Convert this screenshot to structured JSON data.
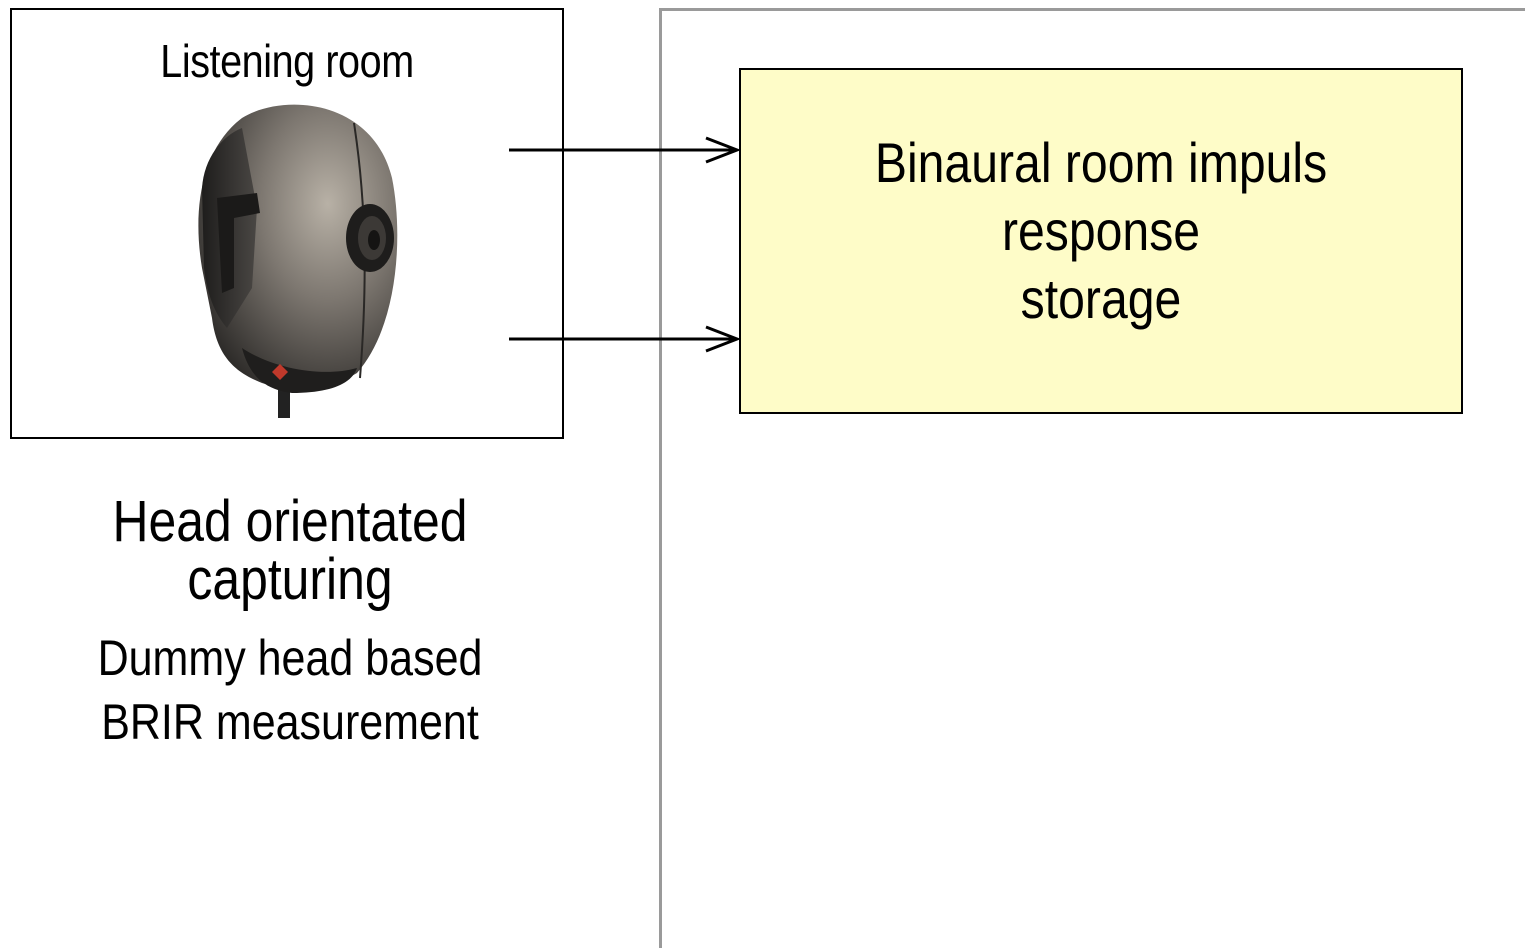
{
  "room": {
    "title": "Listening room"
  },
  "storage": {
    "label_line1": "Binaural room impuls response",
    "label_line2": "storage"
  },
  "captions": {
    "main": "Head orientated capturing",
    "sub_line1": "Dummy head based",
    "sub_line2": "BRIR measurement"
  },
  "colors": {
    "storage_fill": "#fefcc8",
    "panel_border": "#9a9a9a"
  }
}
